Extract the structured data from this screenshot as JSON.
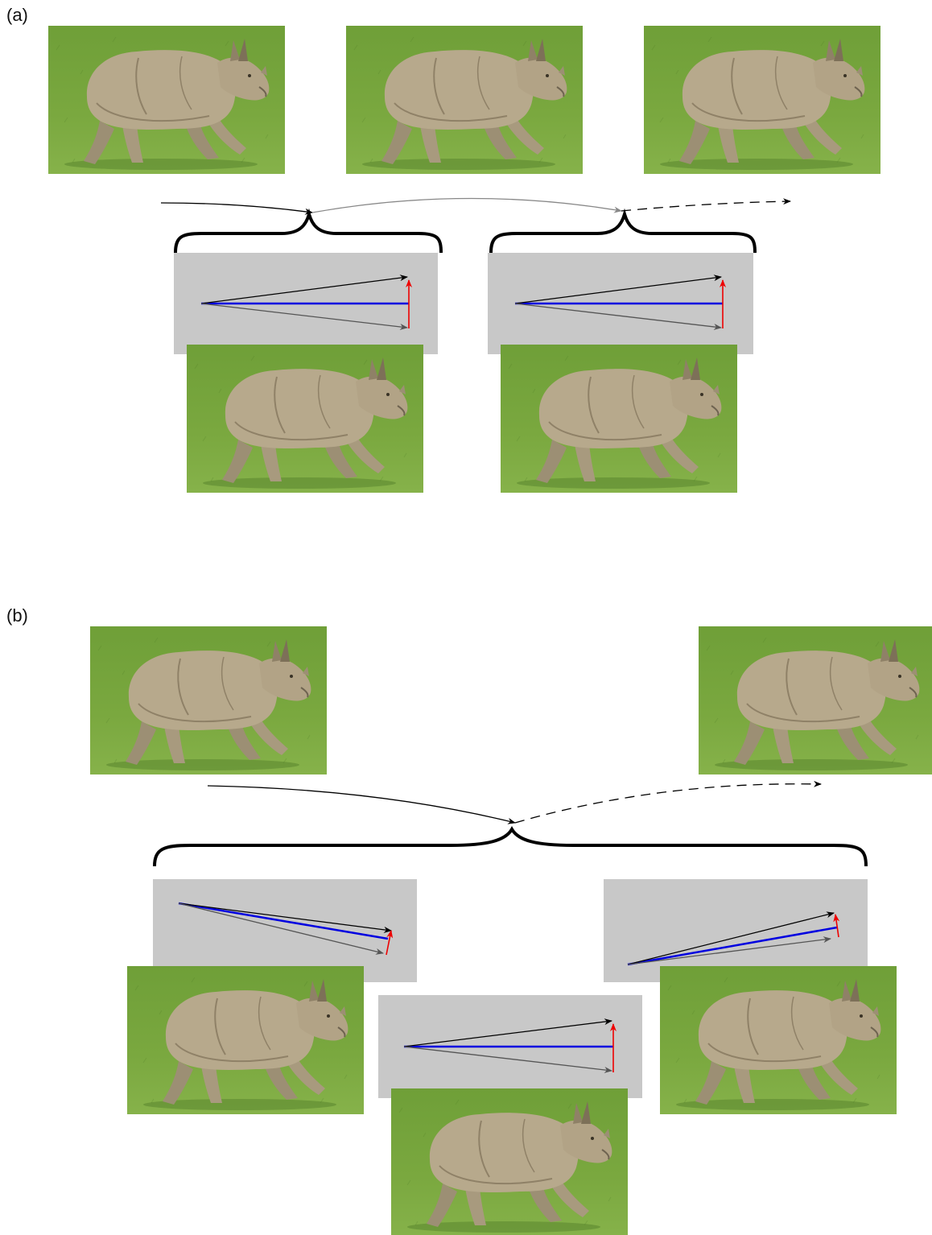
{
  "panels": {
    "a": {
      "label": "(a)"
    },
    "b": {
      "label": "(b)"
    }
  },
  "colors": {
    "grass": "#6a9a35",
    "grass_light": "#86b24a",
    "grass_dark": "#4f7d28",
    "rhino": "#b7a98c",
    "rhino_shade": "#8f8167",
    "rhino_dark": "#6e6350",
    "box_gray": "#c8c8c8",
    "vector_blue": "#0000e0",
    "vector_red": "#ee0000",
    "vector_black": "#000000",
    "vector_gray": "#555555",
    "trajectory_gray": "#888888"
  },
  "icons": {
    "photo": "rhino-photo",
    "brace": "curly-brace",
    "vector_box": "velocity-vector-box"
  }
}
